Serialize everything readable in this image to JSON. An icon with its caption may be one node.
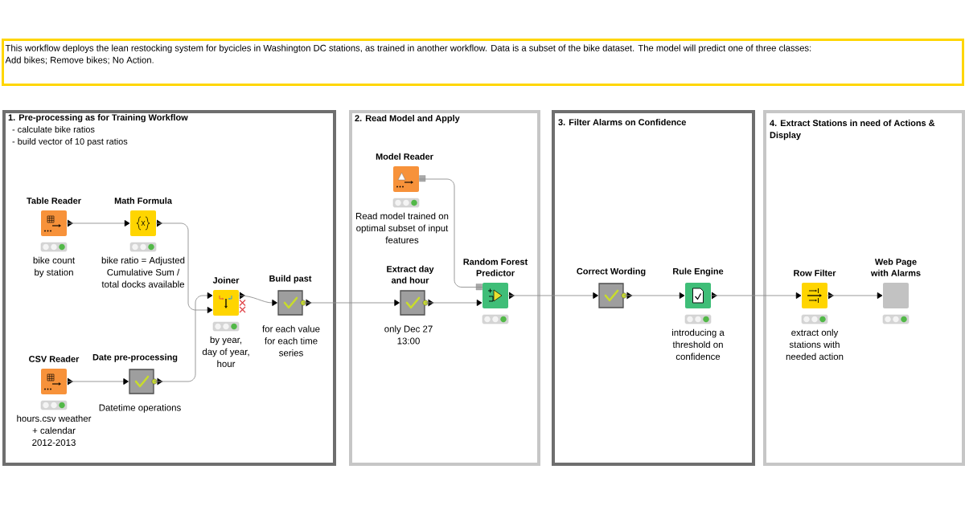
{
  "diagram": {
    "nodes": [
      {
        "text": [
          "This workflow deploys the lean restocking system for bycicles in Washington DC stations, as trained in another workflow. Data is a subset of the bike dataset. The model will predict one of three classes: Add bikes; Remove bikes; No Action."
        ]
      },
      {
        "text": [
          "1. Pre-processing as for Training Workflow",
          "- calculate bike ratios",
          "- build vector of 10 past ratios"
        ]
      },
      {
        "text": [
          "2. Read Model and Apply"
        ]
      },
      {
        "text": [
          "3. Filter Alarms on Confidence"
        ]
      },
      {
        "text": [
          "4. Extract Stations in need of Actions & Display"
        ]
      },
      {
        "text": [
          "Table Reader"
        ],
        "beside": [
          "bike count by station"
        ],
        "in": 1
      },
      {
        "text": [
          "Math Formula"
        ],
        "beside": [
          "bike ratio = Adjusted Cumulative Sum / total docks available"
        ],
        "in": 1
      },
      {
        "text": [
          "CSV Reader"
        ],
        "beside": [
          "hours.csv weather + calendar 2012-2013"
        ],
        "in": 1
      },
      {
        "text": [
          "Date pre-processing"
        ],
        "beside": [
          "Datetime operations"
        ],
        "in": 1
      },
      {
        "text": [
          "Joiner"
        ],
        "beside": [
          "by year, day of year, hour"
        ],
        "in": 1
      },
      {
        "text": [
          "Build past"
        ],
        "beside": [
          "for each value for each time series"
        ],
        "in": 1
      },
      {
        "text": [
          "Model Reader"
        ],
        "beside": [
          "Read model trained on optimal subset of input features"
        ],
        "in": 2
      },
      {
        "text": [
          "Extract day and hour"
        ],
        "beside": [
          "only Dec 27 13:00"
        ],
        "in": 2
      },
      {
        "text": [
          "Random Forest Predictor"
        ],
        "in": 2
      },
      {
        "text": [
          "Correct Wording"
        ],
        "in": 3
      },
      {
        "text": [
          "Rule Engine"
        ],
        "beside": [
          "introducing a threshold on confidence"
        ],
        "in": 3
      },
      {
        "text": [
          "Row Filter"
        ],
        "beside": [
          "extract only stations with needed action"
        ],
        "in": 4
      },
      {
        "text": [
          "Web Page with Alarms"
        ],
        "in": 4
      }
    ],
    "edges": [
      {
        "from": 5,
        "to": 6,
        "arrow": "to"
      },
      {
        "from": 6,
        "to": 9,
        "arrow": "to"
      },
      {
        "from": 7,
        "to": 8,
        "arrow": "to"
      },
      {
        "from": 8,
        "to": 9,
        "arrow": "to"
      },
      {
        "from": 9,
        "to": 10,
        "arrow": "to"
      },
      {
        "from": 10,
        "to": 12,
        "arrow": "to"
      },
      {
        "from": 11,
        "to": 13,
        "arrow": "none"
      },
      {
        "from": 12,
        "to": 13,
        "arrow": "to"
      },
      {
        "from": 13,
        "to": 14,
        "arrow": "to"
      },
      {
        "from": 14,
        "to": 15,
        "arrow": "to"
      },
      {
        "from": 15,
        "to": 16,
        "arrow": "to"
      },
      {
        "from": 16,
        "to": 17,
        "arrow": "to"
      }
    ]
  }
}
